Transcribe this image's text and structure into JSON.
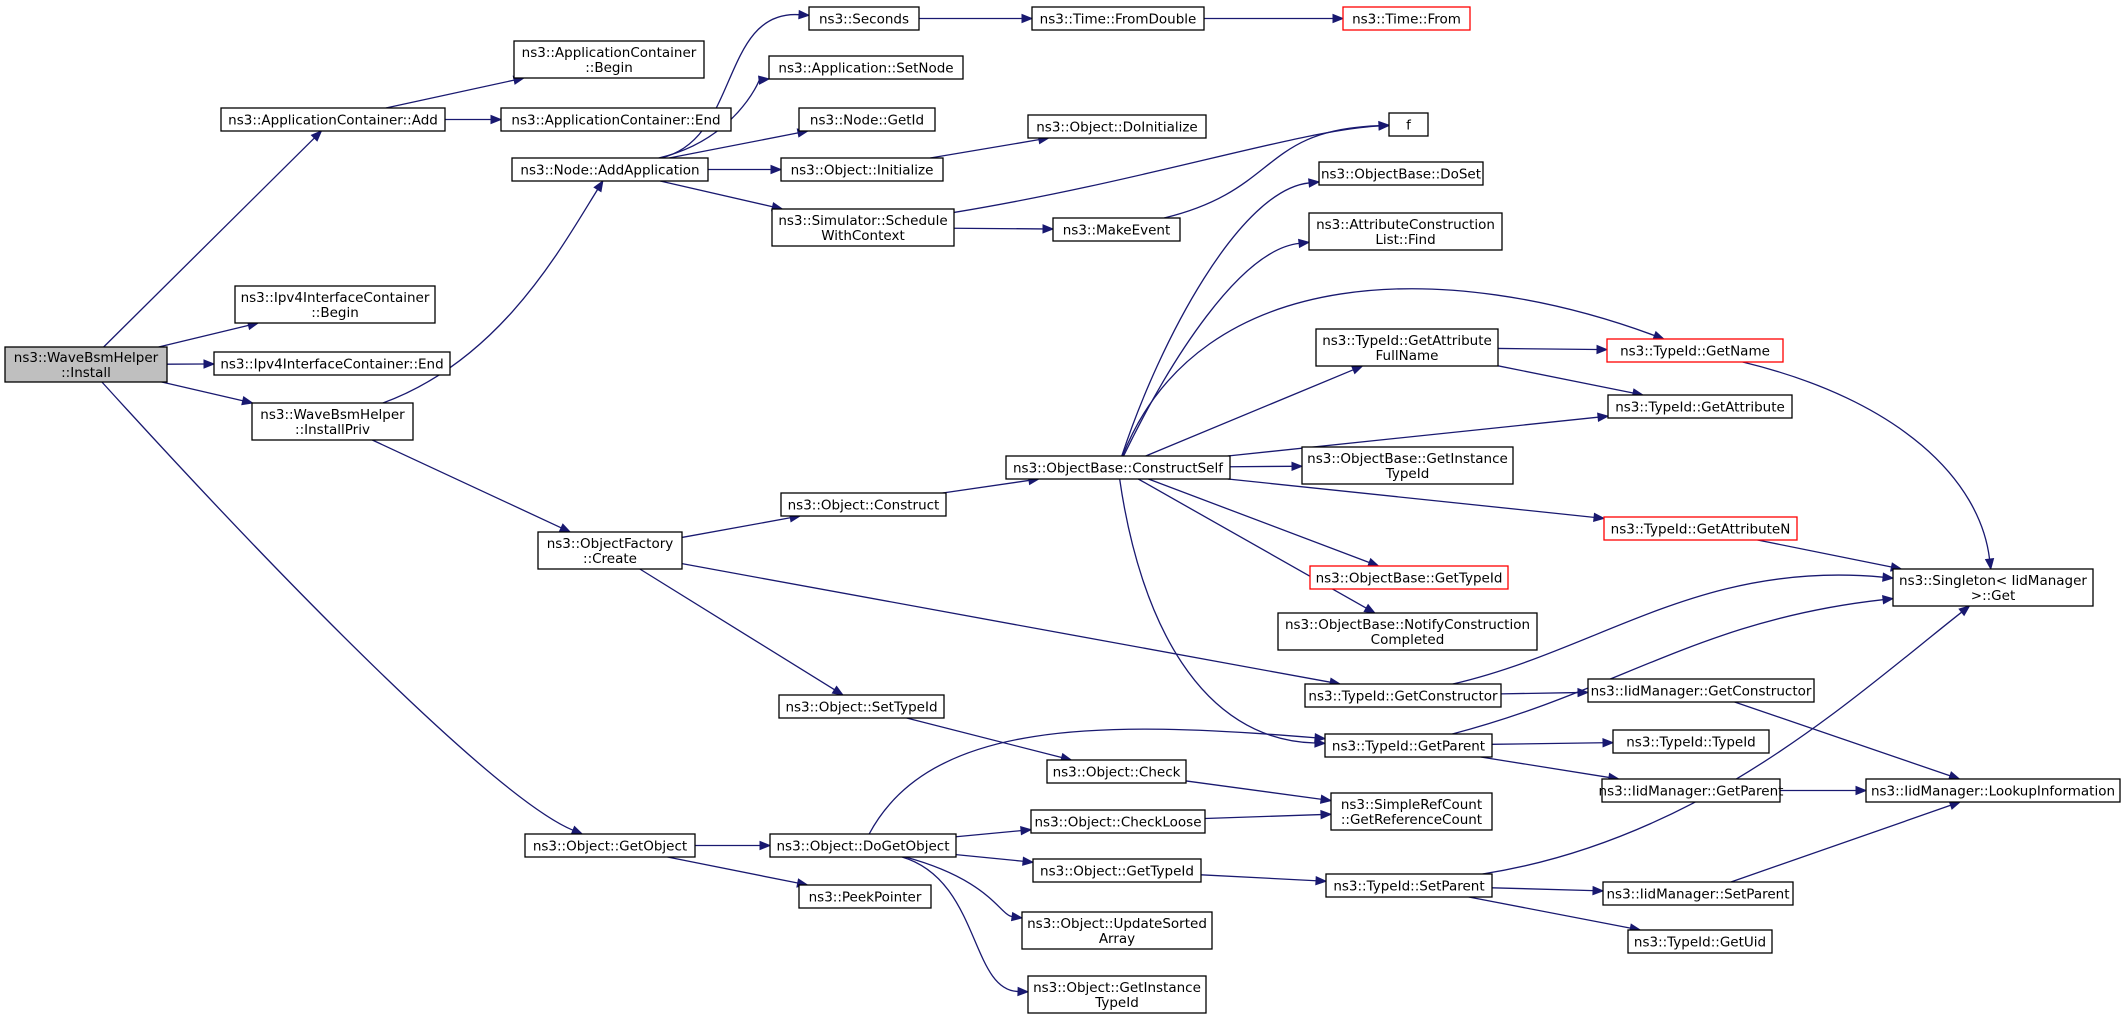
{
  "colors": {
    "edge": "#191970",
    "node_border": "#000000",
    "truncated_border": "#ff0000",
    "root_fill": "#bfbfbf",
    "background": "#ffffff"
  },
  "nodes": [
    {
      "id": "install",
      "lines": [
        "ns3::WaveBsmHelper",
        "::Install"
      ],
      "style": "root"
    },
    {
      "id": "appc_add",
      "lines": [
        "ns3::ApplicationContainer::Add"
      ]
    },
    {
      "id": "appc_begin",
      "lines": [
        "ns3::ApplicationContainer",
        "::Begin"
      ]
    },
    {
      "id": "appc_end",
      "lines": [
        "ns3::ApplicationContainer::End"
      ]
    },
    {
      "id": "ipv4_begin",
      "lines": [
        "ns3::Ipv4InterfaceContainer",
        "::Begin"
      ]
    },
    {
      "id": "ipv4_end",
      "lines": [
        "ns3::Ipv4InterfaceContainer::End"
      ]
    },
    {
      "id": "installpriv",
      "lines": [
        "ns3::WaveBsmHelper",
        "::InstallPriv"
      ]
    },
    {
      "id": "getobject",
      "lines": [
        "ns3::Object::GetObject"
      ]
    },
    {
      "id": "addapp",
      "lines": [
        "ns3::Node::AddApplication"
      ]
    },
    {
      "id": "seconds",
      "lines": [
        "ns3::Seconds"
      ]
    },
    {
      "id": "setnode",
      "lines": [
        "ns3::Application::SetNode"
      ]
    },
    {
      "id": "getid",
      "lines": [
        "ns3::Node::GetId"
      ]
    },
    {
      "id": "initialize",
      "lines": [
        "ns3::Object::Initialize"
      ]
    },
    {
      "id": "schedule",
      "lines": [
        "ns3::Simulator::Schedule",
        "WithContext"
      ]
    },
    {
      "id": "fromdouble",
      "lines": [
        "ns3::Time::FromDouble"
      ]
    },
    {
      "id": "timefrom",
      "lines": [
        "ns3::Time::From"
      ],
      "style": "red"
    },
    {
      "id": "doinit",
      "lines": [
        "ns3::Object::DoInitialize"
      ]
    },
    {
      "id": "f",
      "lines": [
        "f"
      ]
    },
    {
      "id": "makeevent",
      "lines": [
        "ns3::MakeEvent"
      ]
    },
    {
      "id": "ofcreate",
      "lines": [
        "ns3::ObjectFactory",
        "::Create"
      ]
    },
    {
      "id": "construct",
      "lines": [
        "ns3::Object::Construct"
      ]
    },
    {
      "id": "settypeid",
      "lines": [
        "ns3::Object::SetTypeId"
      ]
    },
    {
      "id": "constructself",
      "lines": [
        "ns3::ObjectBase::ConstructSelf"
      ]
    },
    {
      "id": "doset",
      "lines": [
        "ns3::ObjectBase::DoSet"
      ]
    },
    {
      "id": "aclfind",
      "lines": [
        "ns3::AttributeConstruction",
        "List::Find"
      ]
    },
    {
      "id": "getattrfullname",
      "lines": [
        "ns3::TypeId::GetAttribute",
        "FullName"
      ]
    },
    {
      "id": "getname",
      "lines": [
        "ns3::TypeId::GetName"
      ],
      "style": "red"
    },
    {
      "id": "getattribute",
      "lines": [
        "ns3::TypeId::GetAttribute"
      ]
    },
    {
      "id": "getinstancetid",
      "lines": [
        "ns3::ObjectBase::GetInstance",
        "TypeId"
      ]
    },
    {
      "id": "getattributen",
      "lines": [
        "ns3::TypeId::GetAttributeN"
      ],
      "style": "red"
    },
    {
      "id": "obgettypeid",
      "lines": [
        "ns3::ObjectBase::GetTypeId"
      ],
      "style": "red"
    },
    {
      "id": "notifyconst",
      "lines": [
        "ns3::ObjectBase::NotifyConstruction",
        "Completed"
      ]
    },
    {
      "id": "singleton",
      "lines": [
        "ns3::Singleton< IidManager",
        ">::Get"
      ]
    },
    {
      "id": "getconstructor",
      "lines": [
        "ns3::TypeId::GetConstructor"
      ]
    },
    {
      "id": "iidgetconstructor",
      "lines": [
        "ns3::IidManager::GetConstructor"
      ]
    },
    {
      "id": "getparent",
      "lines": [
        "ns3::TypeId::GetParent"
      ]
    },
    {
      "id": "typeidctor",
      "lines": [
        "ns3::TypeId::TypeId"
      ]
    },
    {
      "id": "iidgetparent",
      "lines": [
        "ns3::IidManager::GetParent"
      ]
    },
    {
      "id": "lookupinfo",
      "lines": [
        "ns3::IidManager::LookupInformation"
      ]
    },
    {
      "id": "check",
      "lines": [
        "ns3::Object::Check"
      ]
    },
    {
      "id": "getrefcount",
      "lines": [
        "ns3::SimpleRefCount",
        "::GetReferenceCount"
      ]
    },
    {
      "id": "dogetobject",
      "lines": [
        "ns3::Object::DoGetObject"
      ]
    },
    {
      "id": "checkloose",
      "lines": [
        "ns3::Object::CheckLoose"
      ]
    },
    {
      "id": "objgettypeid",
      "lines": [
        "ns3::Object::GetTypeId"
      ]
    },
    {
      "id": "setparent",
      "lines": [
        "ns3::TypeId::SetParent"
      ]
    },
    {
      "id": "iidsetparent",
      "lines": [
        "ns3::IidManager::SetParent"
      ]
    },
    {
      "id": "getuid",
      "lines": [
        "ns3::TypeId::GetUid"
      ]
    },
    {
      "id": "peekpointer",
      "lines": [
        "ns3::PeekPointer"
      ]
    },
    {
      "id": "updatesorted",
      "lines": [
        "ns3::Object::UpdateSorted",
        "Array"
      ]
    },
    {
      "id": "objgetinstancetid",
      "lines": [
        "ns3::Object::GetInstance",
        "TypeId"
      ]
    }
  ],
  "edges": [
    {
      "from": "install",
      "to": "appc_add"
    },
    {
      "from": "install",
      "to": "ipv4_begin"
    },
    {
      "from": "install",
      "to": "ipv4_end"
    },
    {
      "from": "install",
      "to": "installpriv"
    },
    {
      "from": "install",
      "to": "getobject"
    },
    {
      "from": "appc_add",
      "to": "appc_begin"
    },
    {
      "from": "appc_add",
      "to": "appc_end"
    },
    {
      "from": "installpriv",
      "to": "addapp"
    },
    {
      "from": "installpriv",
      "to": "ofcreate"
    },
    {
      "from": "addapp",
      "to": "seconds"
    },
    {
      "from": "addapp",
      "to": "setnode"
    },
    {
      "from": "addapp",
      "to": "getid"
    },
    {
      "from": "addapp",
      "to": "initialize"
    },
    {
      "from": "addapp",
      "to": "schedule"
    },
    {
      "from": "seconds",
      "to": "fromdouble"
    },
    {
      "from": "fromdouble",
      "to": "timefrom"
    },
    {
      "from": "initialize",
      "to": "doinit"
    },
    {
      "from": "schedule",
      "to": "f"
    },
    {
      "from": "schedule",
      "to": "makeevent"
    },
    {
      "from": "makeevent",
      "to": "f"
    },
    {
      "from": "ofcreate",
      "to": "construct"
    },
    {
      "from": "ofcreate",
      "to": "settypeid"
    },
    {
      "from": "ofcreate",
      "to": "getconstructor"
    },
    {
      "from": "construct",
      "to": "constructself"
    },
    {
      "from": "constructself",
      "to": "doset"
    },
    {
      "from": "constructself",
      "to": "aclfind"
    },
    {
      "from": "constructself",
      "to": "getname"
    },
    {
      "from": "constructself",
      "to": "getattrfullname"
    },
    {
      "from": "constructself",
      "to": "getattribute"
    },
    {
      "from": "constructself",
      "to": "getinstancetid"
    },
    {
      "from": "constructself",
      "to": "getattributen"
    },
    {
      "from": "constructself",
      "to": "obgettypeid"
    },
    {
      "from": "constructself",
      "to": "notifyconst"
    },
    {
      "from": "constructself",
      "to": "getparent"
    },
    {
      "from": "getattrfullname",
      "to": "getname"
    },
    {
      "from": "getattrfullname",
      "to": "getattribute"
    },
    {
      "from": "getname",
      "to": "singleton"
    },
    {
      "from": "getattributen",
      "to": "singleton"
    },
    {
      "from": "getconstructor",
      "to": "singleton"
    },
    {
      "from": "getconstructor",
      "to": "iidgetconstructor"
    },
    {
      "from": "iidgetconstructor",
      "to": "lookupinfo"
    },
    {
      "from": "getparent",
      "to": "singleton"
    },
    {
      "from": "getparent",
      "to": "typeidctor"
    },
    {
      "from": "getparent",
      "to": "iidgetparent"
    },
    {
      "from": "iidgetparent",
      "to": "lookupinfo"
    },
    {
      "from": "settypeid",
      "to": "check"
    },
    {
      "from": "check",
      "to": "getrefcount"
    },
    {
      "from": "getobject",
      "to": "dogetobject"
    },
    {
      "from": "getobject",
      "to": "peekpointer"
    },
    {
      "from": "dogetobject",
      "to": "getparent"
    },
    {
      "from": "dogetobject",
      "to": "checkloose"
    },
    {
      "from": "dogetobject",
      "to": "objgettypeid"
    },
    {
      "from": "dogetobject",
      "to": "updatesorted"
    },
    {
      "from": "dogetobject",
      "to": "objgetinstancetid"
    },
    {
      "from": "checkloose",
      "to": "getrefcount"
    },
    {
      "from": "objgettypeid",
      "to": "setparent"
    },
    {
      "from": "setparent",
      "to": "singleton"
    },
    {
      "from": "setparent",
      "to": "iidsetparent"
    },
    {
      "from": "setparent",
      "to": "getuid"
    },
    {
      "from": "iidsetparent",
      "to": "lookupinfo"
    }
  ]
}
